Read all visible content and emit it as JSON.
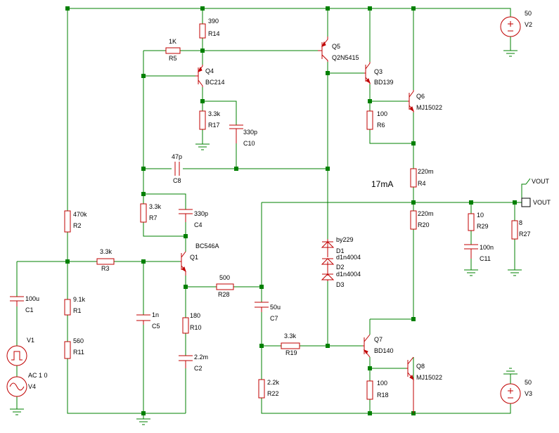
{
  "components": {
    "R14": {
      "ref": "R14",
      "value": "390"
    },
    "R5": {
      "ref": "R5",
      "value": "1K"
    },
    "Q5": {
      "ref": "Q5",
      "value": "Q2N5415"
    },
    "Q4": {
      "ref": "Q4",
      "value": "BC214"
    },
    "Q3": {
      "ref": "Q3",
      "value": "BD139"
    },
    "Q6": {
      "ref": "Q6",
      "value": "MJ15022"
    },
    "R17": {
      "ref": "R17",
      "value": "3.3k"
    },
    "C10": {
      "ref": "C10",
      "value": "330p"
    },
    "R6": {
      "ref": "R6",
      "value": "100"
    },
    "C8": {
      "ref": "C8",
      "value": "47p"
    },
    "R4": {
      "ref": "R4",
      "value": "220m"
    },
    "R2": {
      "ref": "R2",
      "value": "470k"
    },
    "R7": {
      "ref": "R7",
      "value": "3.3k"
    },
    "C4": {
      "ref": "C4",
      "value": "330p"
    },
    "R20": {
      "ref": "R20",
      "value": "220m"
    },
    "R29": {
      "ref": "R29",
      "value": "10"
    },
    "R27": {
      "ref": "R27",
      "value": "8"
    },
    "C11": {
      "ref": "C11",
      "value": "100n"
    },
    "Q1": {
      "ref": "Q1",
      "value": "BC546A"
    },
    "R3": {
      "ref": "R3",
      "value": "3.3k"
    },
    "D1": {
      "ref": "D1",
      "value": "by229"
    },
    "D2": {
      "ref": "D2",
      "value": "d1n4004"
    },
    "D3": {
      "ref": "D3",
      "value": "d1n4004"
    },
    "R28": {
      "ref": "R28",
      "value": "500"
    },
    "C1": {
      "ref": "C1",
      "value": "100u"
    },
    "R1": {
      "ref": "R1",
      "value": "9.1k"
    },
    "C5": {
      "ref": "C5",
      "value": "1n"
    },
    "R10": {
      "ref": "R10",
      "value": "180"
    },
    "C7": {
      "ref": "C7",
      "value": "50u"
    },
    "V1": {
      "ref": "V1",
      "value": ""
    },
    "R11": {
      "ref": "R11",
      "value": "560"
    },
    "R19": {
      "ref": "R19",
      "value": "3.3k"
    },
    "Q7": {
      "ref": "Q7",
      "value": "BD140"
    },
    "C2": {
      "ref": "C2",
      "value": "2.2m"
    },
    "V4": {
      "ref": "V4",
      "value": "AC 1 0"
    },
    "R22": {
      "ref": "R22",
      "value": "2.2k"
    },
    "R18": {
      "ref": "R18",
      "value": "100"
    },
    "Q8": {
      "ref": "Q8",
      "value": "MJ15022"
    },
    "V2": {
      "ref": "V2",
      "value": "50"
    },
    "V3": {
      "ref": "V3",
      "value": "50"
    }
  },
  "annotations": {
    "bias_current": "17mA"
  },
  "ports": {
    "vout_top": "VOUT",
    "vout_box": "VOUT"
  },
  "colors": {
    "wire": "#008000",
    "component": "#c00000",
    "text": "#000000"
  }
}
